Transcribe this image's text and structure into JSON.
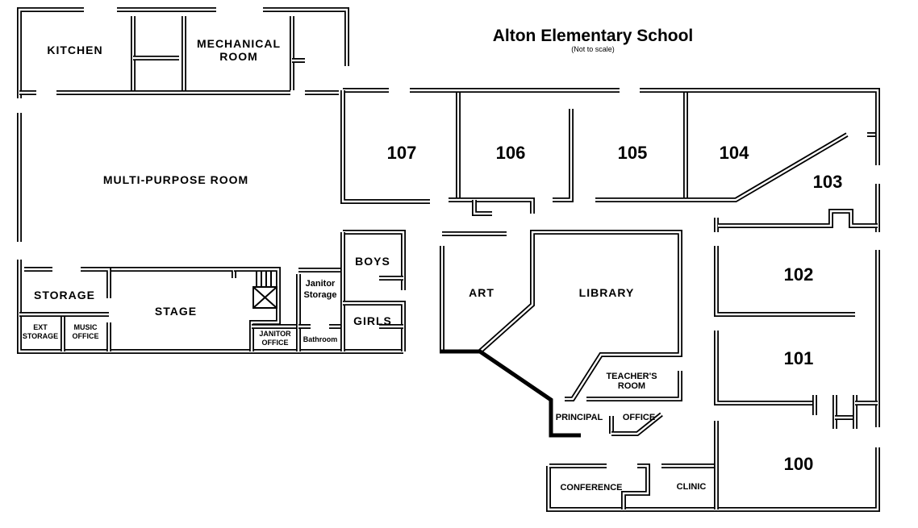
{
  "title": "Alton Elementary School",
  "subtitle": "(Not to scale)",
  "rooms": {
    "kitchen": "KITCHEN",
    "mechanical_1": "MECHANICAL",
    "mechanical_2": "ROOM",
    "multipurpose": "MULTI-PURPOSE ROOM",
    "storage": "STORAGE",
    "ext_storage_1": "EXT",
    "ext_storage_2": "STORAGE",
    "music_office_1": "MUSIC",
    "music_office_2": "OFFICE",
    "stage": "STAGE",
    "janitor_office_1": "JANITOR",
    "janitor_office_2": "OFFICE",
    "janitor_storage_1": "Janitor",
    "janitor_storage_2": "Storage",
    "bathroom": "Bathroom",
    "boys": "BOYS",
    "girls": "GIRLS",
    "r107": "107",
    "r106": "106",
    "r105": "105",
    "r104": "104",
    "r103": "103",
    "r102": "102",
    "r101": "101",
    "r100": "100",
    "art": "ART",
    "library": "LIBRARY",
    "teachers_room_1": "TEACHER'S",
    "teachers_room_2": "ROOM",
    "principal": "PRINCIPAL",
    "office": "OFFICE",
    "conference": "CONFERENCE",
    "clinic": "CLINIC"
  }
}
